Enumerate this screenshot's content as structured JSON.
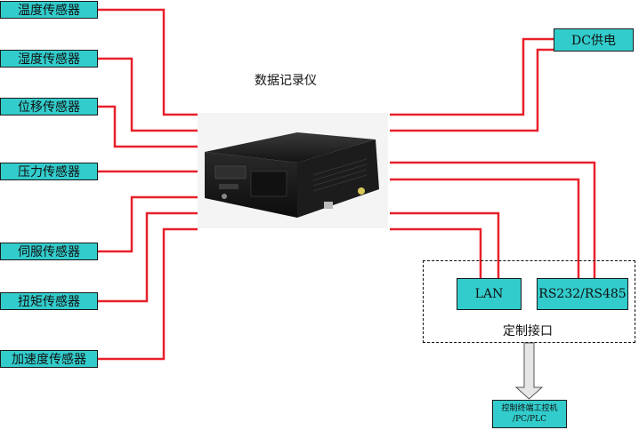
{
  "recorder": {
    "title": "数据记录仪"
  },
  "sensors": [
    "温度传感器",
    "湿度传感器",
    "位移传感器",
    "压力传感器",
    "伺服传感器",
    "扭矩传感器",
    "加速度传感器"
  ],
  "power": {
    "label": "DC供电"
  },
  "interfaces": {
    "lan": "LAN",
    "serial": "RS232/RS485",
    "caption": "定制接口"
  },
  "terminal": {
    "line1": "控制终端工控机",
    "line2": "/PC/PLC"
  },
  "colors": {
    "box_fill": "#33cccc",
    "wire": "#e8202a",
    "arrow_fill": "#e6e6e6"
  },
  "icons": {
    "recorder_image": "industrial-rack-computer-icon",
    "down_arrow": "down-arrow-icon"
  }
}
